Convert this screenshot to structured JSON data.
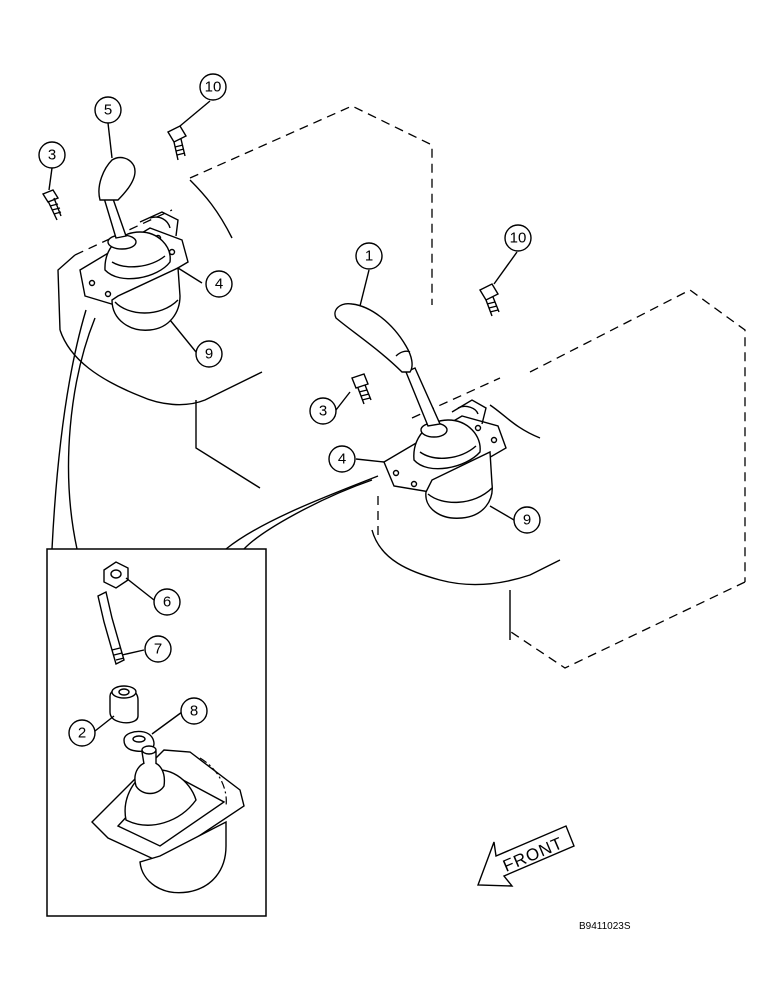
{
  "callouts": [
    {
      "id": "c10a",
      "label": "10"
    },
    {
      "id": "c5",
      "label": "5"
    },
    {
      "id": "c3a",
      "label": "3"
    },
    {
      "id": "c4a",
      "label": "4"
    },
    {
      "id": "c9a",
      "label": "9"
    },
    {
      "id": "c10b",
      "label": "10"
    },
    {
      "id": "c1",
      "label": "1"
    },
    {
      "id": "c3b",
      "label": "3"
    },
    {
      "id": "c4b",
      "label": "4"
    },
    {
      "id": "c9b",
      "label": "9"
    },
    {
      "id": "c6",
      "label": "6"
    },
    {
      "id": "c7",
      "label": "7"
    },
    {
      "id": "c2",
      "label": "2"
    },
    {
      "id": "c8",
      "label": "8"
    }
  ],
  "front_label": "FRONT",
  "figure_id": "B9411023S"
}
